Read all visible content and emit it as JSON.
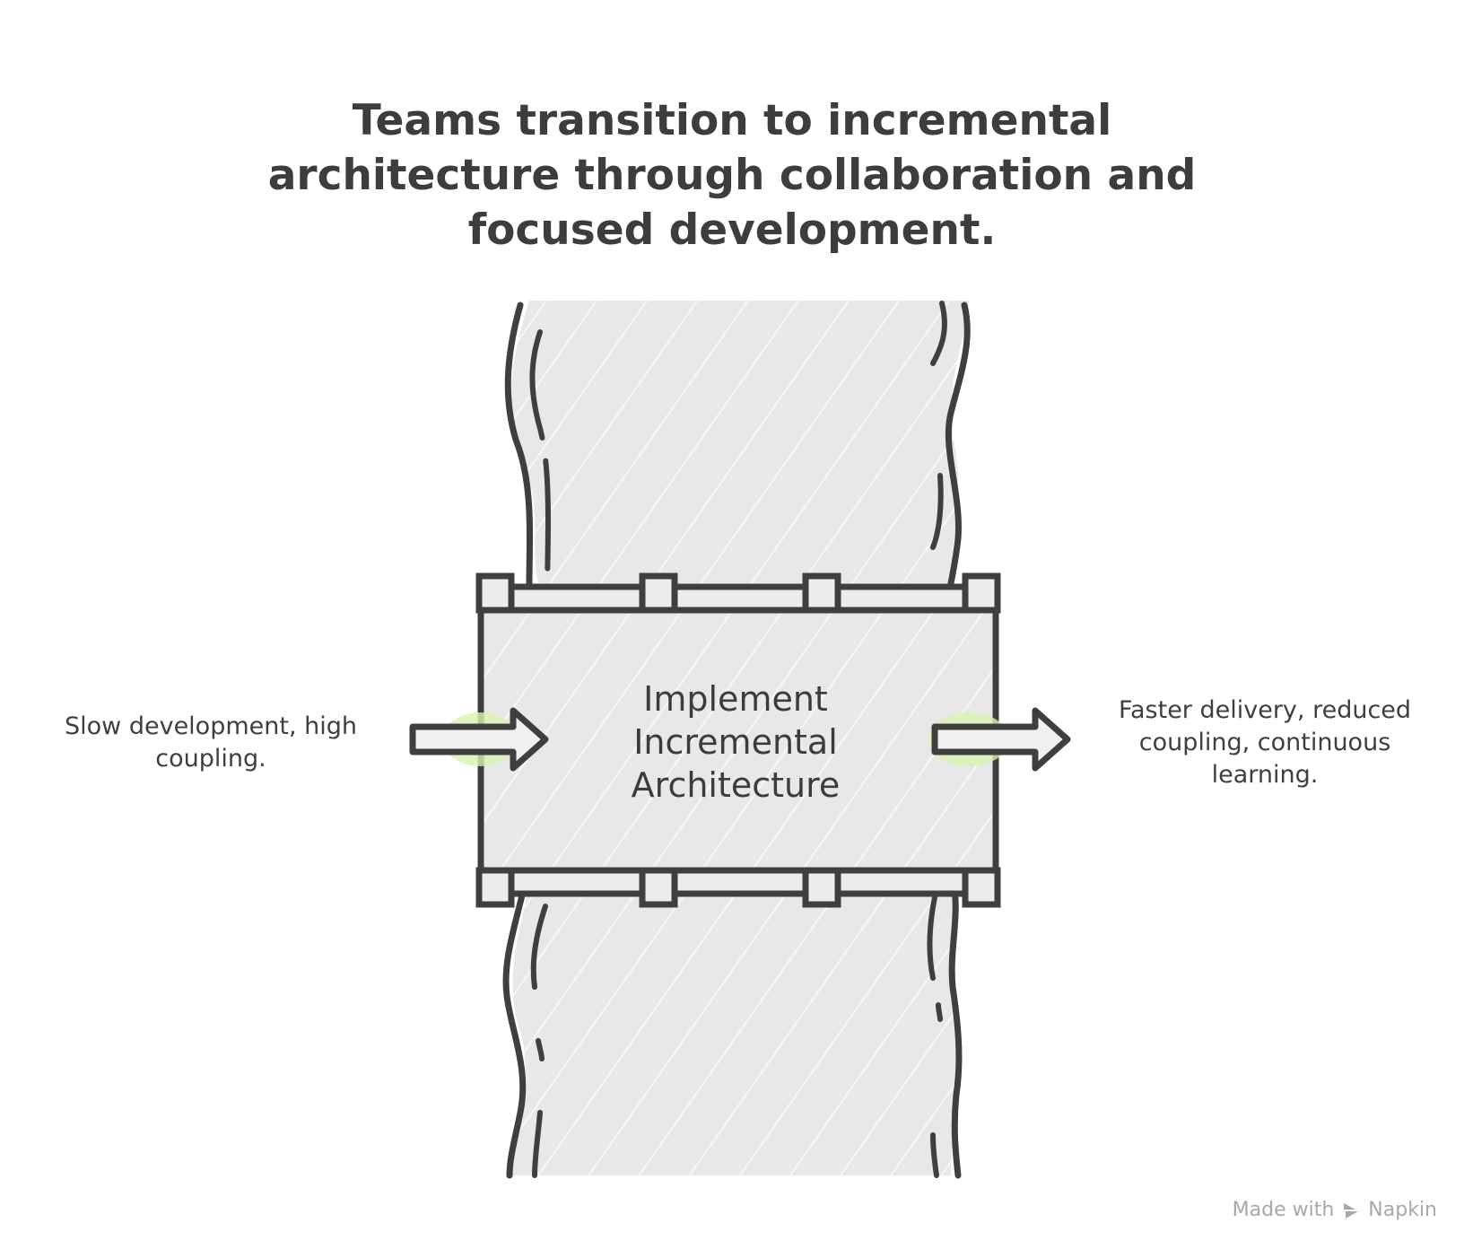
{
  "title": {
    "lines": [
      "Teams transition to incremental",
      "architecture through collaboration and",
      "focused development."
    ]
  },
  "center": {
    "lines": [
      "Implement",
      "Incremental",
      "Architecture"
    ]
  },
  "input": {
    "lines": [
      "Slow development, high",
      "coupling."
    ]
  },
  "output": {
    "lines": [
      "Faster delivery, reduced",
      "coupling, continuous",
      "learning."
    ]
  },
  "footer": {
    "made_with": "Made with",
    "brand": "Napkin"
  },
  "colors": {
    "stroke": "#3f3f3f",
    "fill": "#e8e8e8",
    "arrow_fill": "#f0f0f0",
    "arrow_glow": "#d9f2b0",
    "footer": "#a8a8a8"
  },
  "icons": [
    "napkin-logo-icon",
    "right-arrow-icon"
  ]
}
